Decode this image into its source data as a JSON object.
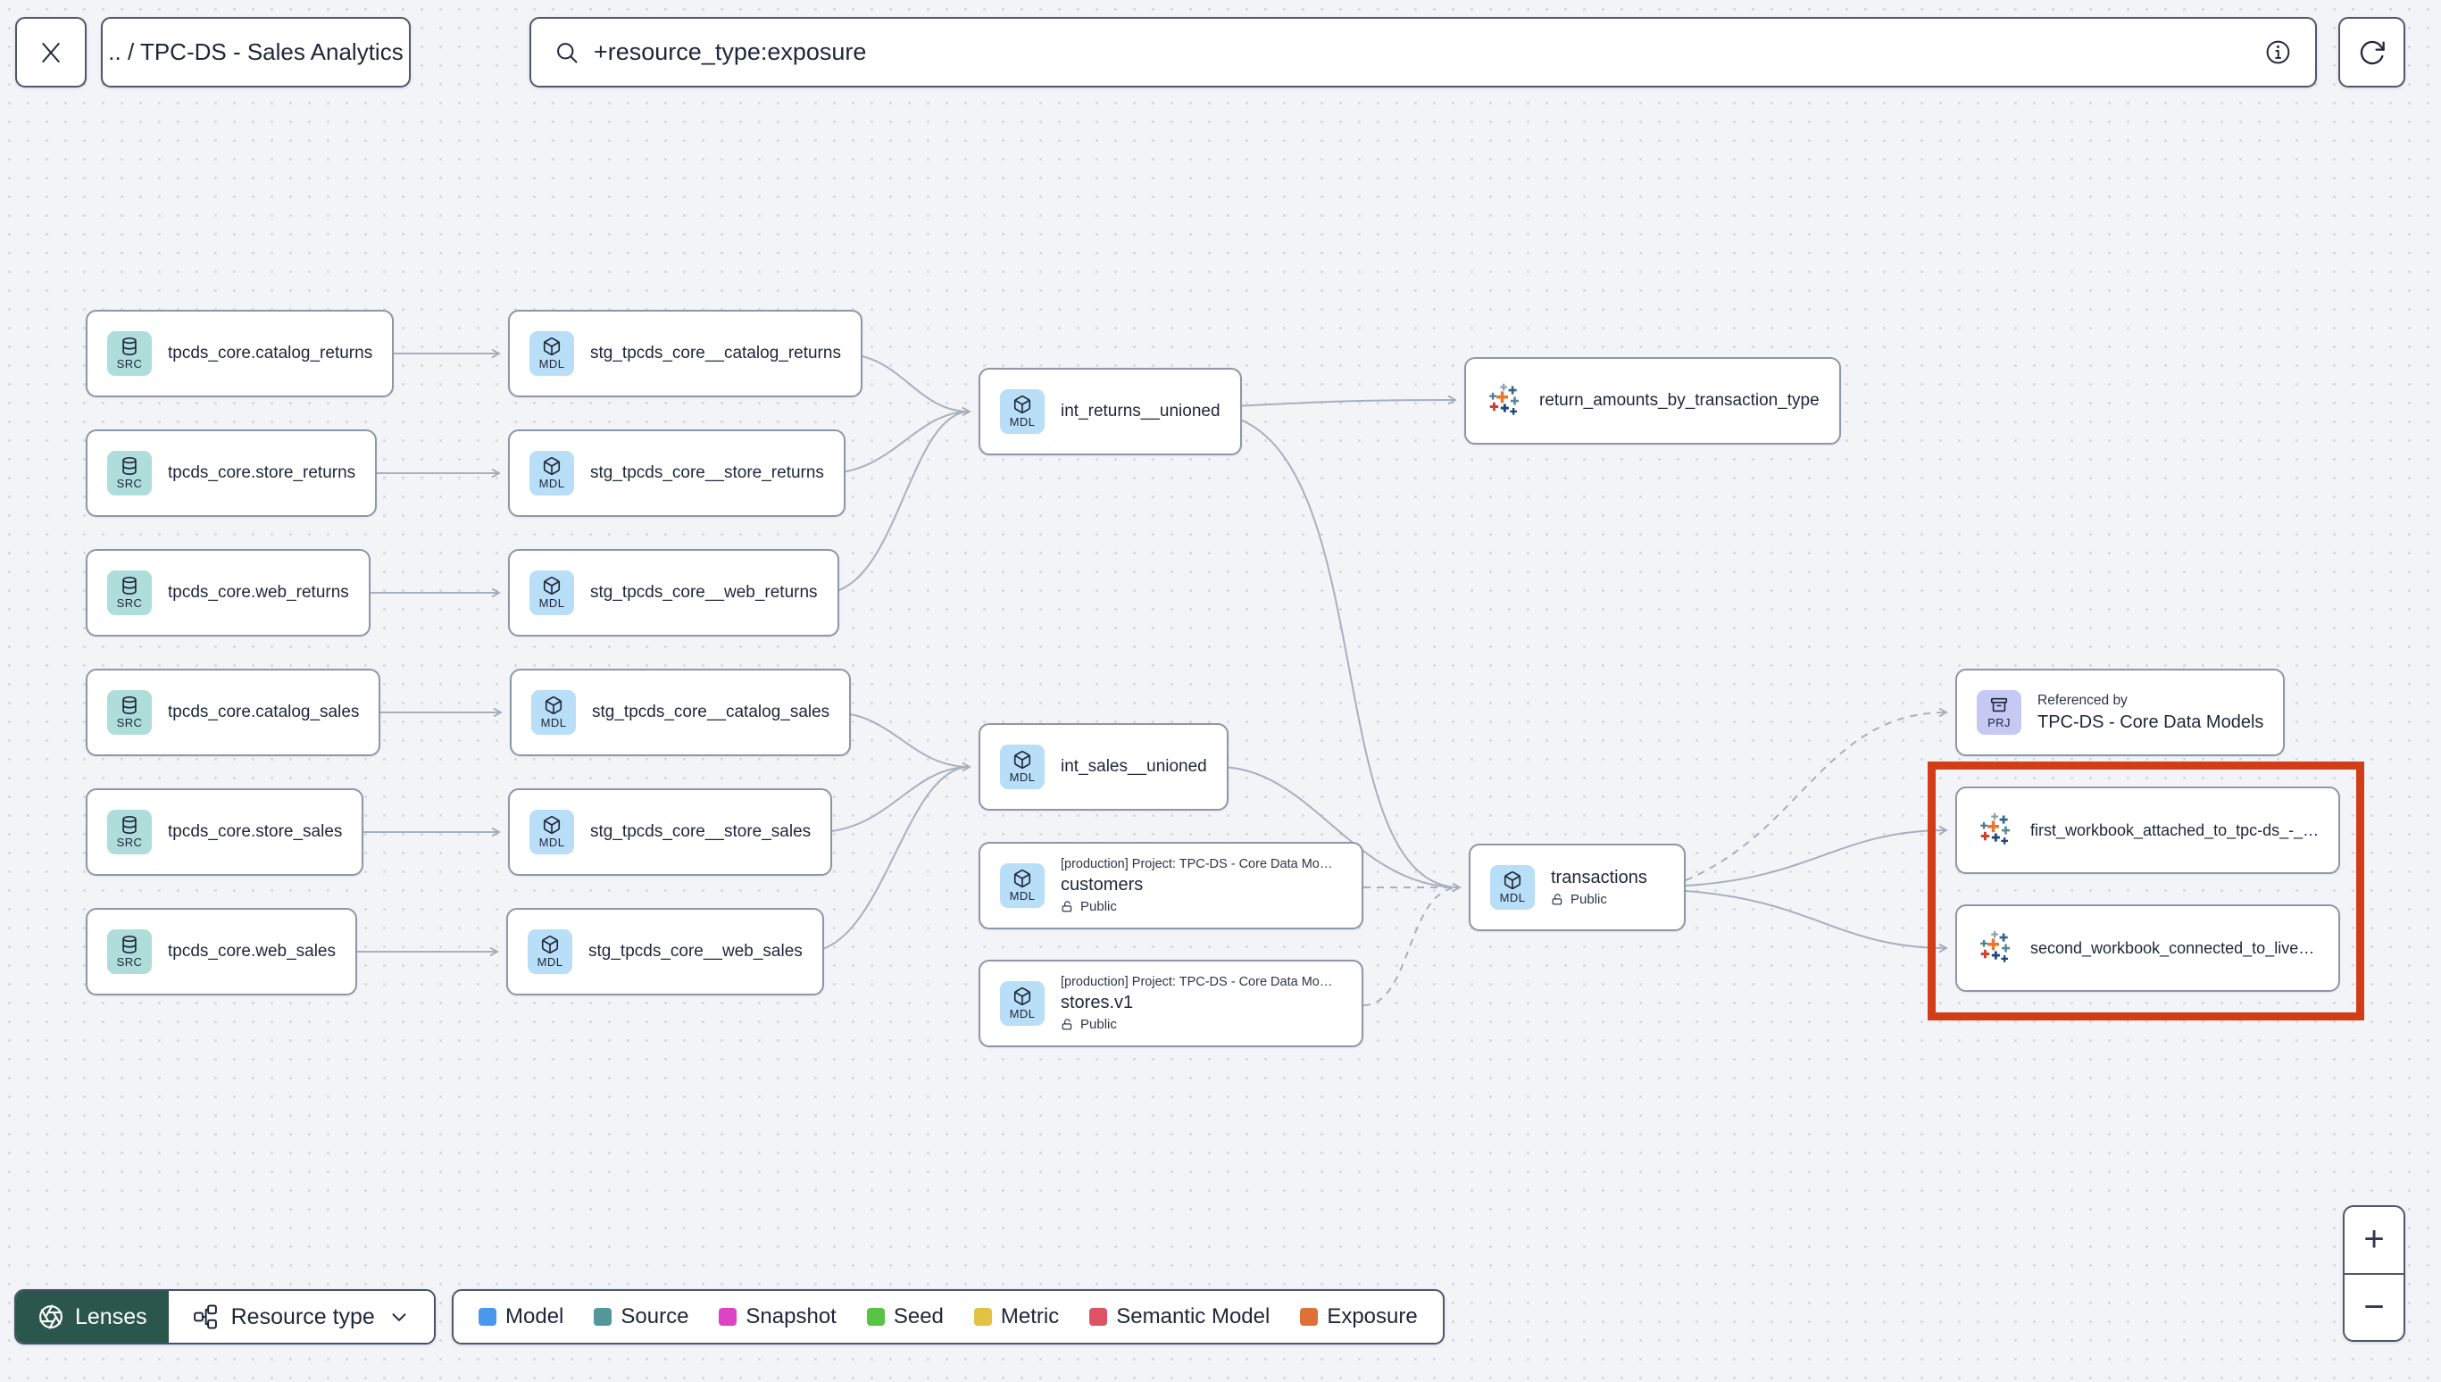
{
  "header": {
    "breadcrumb": ".. / TPC-DS - Sales Analytics",
    "search": {
      "value": "+resource_type:exposure",
      "placeholder": ""
    }
  },
  "canvas": {
    "badges": {
      "source": "SRC",
      "model": "MDL",
      "project": "PRJ"
    },
    "highlight_color": "#d23d17",
    "nodes": {
      "src_catalog_returns": {
        "label": "tpcds_core.catalog_returns"
      },
      "src_store_returns": {
        "label": "tpcds_core.store_returns"
      },
      "src_web_returns": {
        "label": "tpcds_core.web_returns"
      },
      "src_catalog_sales": {
        "label": "tpcds_core.catalog_sales"
      },
      "src_store_sales": {
        "label": "tpcds_core.store_sales"
      },
      "src_web_sales": {
        "label": "tpcds_core.web_sales"
      },
      "stg_catalog_returns": {
        "label": "stg_tpcds_core__catalog_returns"
      },
      "stg_store_returns": {
        "label": "stg_tpcds_core__store_returns"
      },
      "stg_web_returns": {
        "label": "stg_tpcds_core__web_returns"
      },
      "stg_catalog_sales": {
        "label": "stg_tpcds_core__catalog_sales"
      },
      "stg_store_sales": {
        "label": "stg_tpcds_core__store_sales"
      },
      "stg_web_sales": {
        "label": "stg_tpcds_core__web_sales"
      },
      "int_returns": {
        "label": "int_returns__unioned"
      },
      "int_sales": {
        "label": "int_sales__unioned"
      },
      "return_amounts": {
        "label": "return_amounts_by_transaction_type"
      },
      "customers": {
        "project_context": "[production] Project: TPC-DS - Core Data Mo…",
        "label": "customers",
        "access": "Public"
      },
      "stores": {
        "project_context": "[production] Project: TPC-DS - Core Data Mo…",
        "label": "stores.v1",
        "access": "Public"
      },
      "transactions": {
        "label": "transactions",
        "access": "Public"
      },
      "referenced_by": {
        "title": "Referenced by",
        "label": "TPC-DS - Core Data Models"
      },
      "workbook_1": {
        "label": "first_workbook_attached_to_tpc-ds_-_…"
      },
      "workbook_2": {
        "label": "second_workbook_connected_to_live…"
      }
    },
    "edges": [
      {
        "from": "tpcds_core.catalog_returns",
        "to": "stg_tpcds_core__catalog_returns",
        "style": "solid"
      },
      {
        "from": "tpcds_core.store_returns",
        "to": "stg_tpcds_core__store_returns",
        "style": "solid"
      },
      {
        "from": "tpcds_core.web_returns",
        "to": "stg_tpcds_core__web_returns",
        "style": "solid"
      },
      {
        "from": "tpcds_core.catalog_sales",
        "to": "stg_tpcds_core__catalog_sales",
        "style": "solid"
      },
      {
        "from": "tpcds_core.store_sales",
        "to": "stg_tpcds_core__store_sales",
        "style": "solid"
      },
      {
        "from": "tpcds_core.web_sales",
        "to": "stg_tpcds_core__web_sales",
        "style": "solid"
      },
      {
        "from": "stg_tpcds_core__catalog_returns",
        "to": "int_returns__unioned",
        "style": "solid"
      },
      {
        "from": "stg_tpcds_core__store_returns",
        "to": "int_returns__unioned",
        "style": "solid"
      },
      {
        "from": "stg_tpcds_core__web_returns",
        "to": "int_returns__unioned",
        "style": "solid"
      },
      {
        "from": "stg_tpcds_core__catalog_sales",
        "to": "int_sales__unioned",
        "style": "solid"
      },
      {
        "from": "stg_tpcds_core__store_sales",
        "to": "int_sales__unioned",
        "style": "solid"
      },
      {
        "from": "stg_tpcds_core__web_sales",
        "to": "int_sales__unioned",
        "style": "solid"
      },
      {
        "from": "int_returns__unioned",
        "to": "return_amounts_by_transaction_type",
        "style": "solid"
      },
      {
        "from": "int_returns__unioned",
        "to": "transactions",
        "style": "solid"
      },
      {
        "from": "int_sales__unioned",
        "to": "transactions",
        "style": "solid"
      },
      {
        "from": "customers",
        "to": "transactions",
        "style": "dashed"
      },
      {
        "from": "stores.v1",
        "to": "transactions",
        "style": "dashed"
      },
      {
        "from": "transactions",
        "to": "TPC-DS - Core Data Models",
        "style": "dashed"
      },
      {
        "from": "transactions",
        "to": "first_workbook_attached_to_tpc-ds_-_…",
        "style": "solid"
      },
      {
        "from": "transactions",
        "to": "second_workbook_connected_to_live…",
        "style": "solid"
      }
    ]
  },
  "footer": {
    "lenses_label": "Lenses",
    "lenses_color": "#2b564c",
    "resource_type_label": "Resource type",
    "legend": [
      {
        "label": "Model",
        "color": "#4a97f0"
      },
      {
        "label": "Source",
        "color": "#54979b"
      },
      {
        "label": "Snapshot",
        "color": "#dd44c5"
      },
      {
        "label": "Seed",
        "color": "#57c443"
      },
      {
        "label": "Metric",
        "color": "#e2c243"
      },
      {
        "label": "Semantic Model",
        "color": "#df5263"
      },
      {
        "label": "Exposure",
        "color": "#dd7138"
      }
    ]
  },
  "zoom_controls": {
    "zoom_in": "+",
    "zoom_out": "−"
  },
  "icons": {
    "close": "x-icon",
    "search": "magnifier-icon",
    "info": "info-circle-icon",
    "refresh": "refresh-icon",
    "source_badge": "database-icon",
    "model_badge": "cube-icon",
    "project_badge": "archive-icon",
    "exposure": "tableau-icon",
    "access": "unlock-icon",
    "lenses": "aperture-icon",
    "resource_type": "hierarchy-icon",
    "dropdown": "chevron-down-icon"
  }
}
